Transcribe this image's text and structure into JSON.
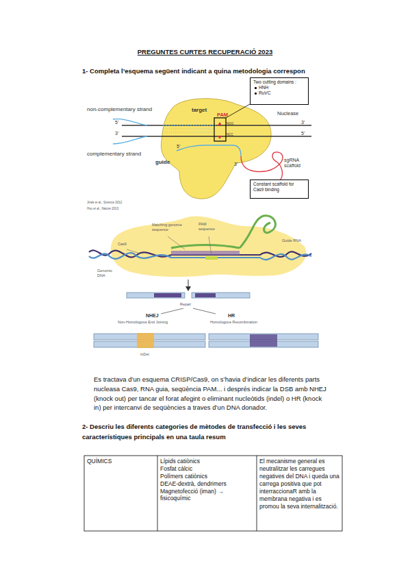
{
  "diagram": {
    "title": "PREGUNTES CURTES RECUPERACIÓ 2023",
    "nodes": [
      {
        "text": [
          "Two cutting domains :",
          "HNH",
          "RuVC"
        ]
      },
      {
        "text": [
          "Constant scaffold for Cas9 binding"
        ]
      }
    ],
    "labels": [
      "1- Completa l’esquema següent indicant a quina metodologia correspon",
      "non-complementary strand",
      "target",
      "PAM",
      "5’",
      "3’",
      "NGG",
      "NCC",
      "3’",
      "5’",
      "Nuclease",
      "complementary strand",
      "5’",
      "guide",
      "3’",
      "sgRNA scaffold",
      "Jinek et al., Science 2012",
      "Hsu et al., Nature 2013",
      "Matching genome sequence",
      "PAM sequence",
      "Guide RNA",
      "Cas9",
      "Genomic DNA",
      "Repair",
      "NHEJ",
      "Non-Homologous End Joining",
      "HR",
      "Homologous Recombination",
      "InDel",
      "Es tractava d’un esquema CRISP/Cas9, on s’havia d’indicar les diferents parts nucleasa Cas9, RNA guia, seqüència PAM... i després indicar la DSB amb NHEJ (knock out) per tancar el forat afegint o eliminant nucleòtids (indel) o HR (knock in) per intercanvi de seqüències a traves d’un DNA donador.",
      "2- Descriu les diferents categories de mètodes de transfecció i les seves característiques principals en una taula resum",
      "QUÍMICS",
      "Lípids catiònics",
      "Fosfat càlcic",
      "Polímers catiònics",
      "DEAE-dextrà, dendrimers",
      "Magnetofecció (iman) → fisicoquímic",
      "El mecanisme general es neutralitzar les carregues negatives del DNA i queda una carrega positiva que pot interraccionaR amb la membrana negativa i es promou la seva internalització."
    ]
  }
}
